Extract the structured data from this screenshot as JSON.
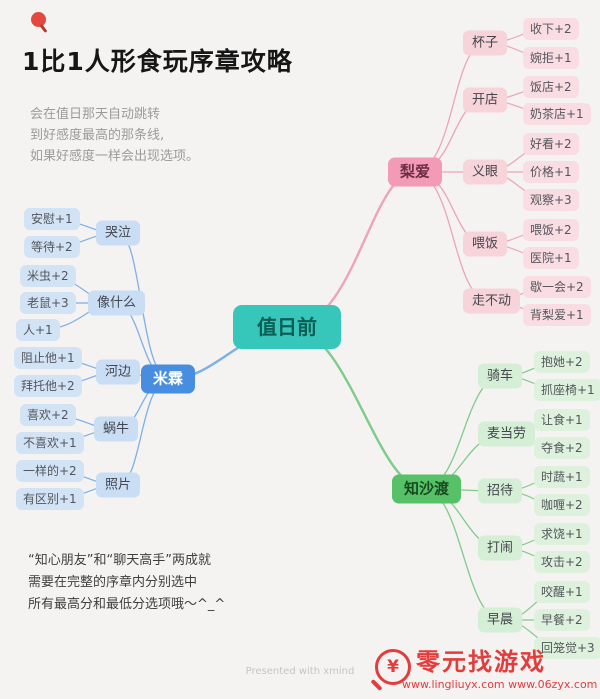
{
  "header": {
    "pin_icon": "pushpin",
    "title": "1比1人形食玩序章攻略",
    "description": [
      "会在值日那天自动跳转",
      "到好感度最高的那条线,",
      "如果好感度一样会出现选项。"
    ]
  },
  "mindmap": {
    "root": "值日前",
    "liai": {
      "label": "梨爱",
      "topics": [
        {
          "label": "杯子",
          "children": [
            "收下+2",
            "婉拒+1"
          ]
        },
        {
          "label": "开店",
          "children": [
            "饭店+2",
            "奶茶店+1"
          ]
        },
        {
          "label": "义眼",
          "children": [
            "好看+2",
            "价格+1",
            "观察+3"
          ]
        },
        {
          "label": "喂饭",
          "children": [
            "喂饭+2",
            "医院+1"
          ]
        },
        {
          "label": "走不动",
          "children": [
            "歇一会+2",
            "背梨爱+1"
          ]
        }
      ]
    },
    "milin": {
      "label": "米霖",
      "topics": [
        {
          "label": "哭泣",
          "children": [
            "安慰+1",
            "等待+2"
          ]
        },
        {
          "label": "像什么",
          "children": [
            "米虫+2",
            "老鼠+3",
            "人+1"
          ]
        },
        {
          "label": "河边",
          "children": [
            "阻止他+1",
            "拜托他+2"
          ]
        },
        {
          "label": "蜗牛",
          "children": [
            "喜欢+2",
            "不喜欢+1"
          ]
        },
        {
          "label": "照片",
          "children": [
            "一样的+2",
            "有区别+1"
          ]
        }
      ]
    },
    "zhishadu": {
      "label": "知沙渡",
      "topics": [
        {
          "label": "骑车",
          "children": [
            "抱她+2",
            "抓座椅+1"
          ]
        },
        {
          "label": "麦当劳",
          "children": [
            "让食+1",
            "夺食+2"
          ]
        },
        {
          "label": "招待",
          "children": [
            "时蔬+1",
            "咖喱+2"
          ]
        },
        {
          "label": "打闹",
          "children": [
            "求饶+1",
            "攻击+2"
          ]
        },
        {
          "label": "早晨",
          "children": [
            "咬醒+1",
            "早餐+2",
            "回笼觉+3"
          ]
        }
      ]
    }
  },
  "footer_note": [
    "“知心朋友”和“聊天高手”两成就",
    "需要在完整的序章内分别选中",
    "所有最高分和最低分选项哦～^_^"
  ],
  "watermarks": {
    "xmind": "Presented with xmind",
    "site_name": "零元找游戏",
    "site_urls": "www.lingliuyx.com  www.06zyx.com",
    "logo_symbol": "¥"
  },
  "colors": {
    "root": "#36c6ba",
    "liai": "#f29ab6",
    "milin": "#478ee0",
    "zhishadu": "#57c167",
    "watermark_red": "#e23c3c"
  }
}
